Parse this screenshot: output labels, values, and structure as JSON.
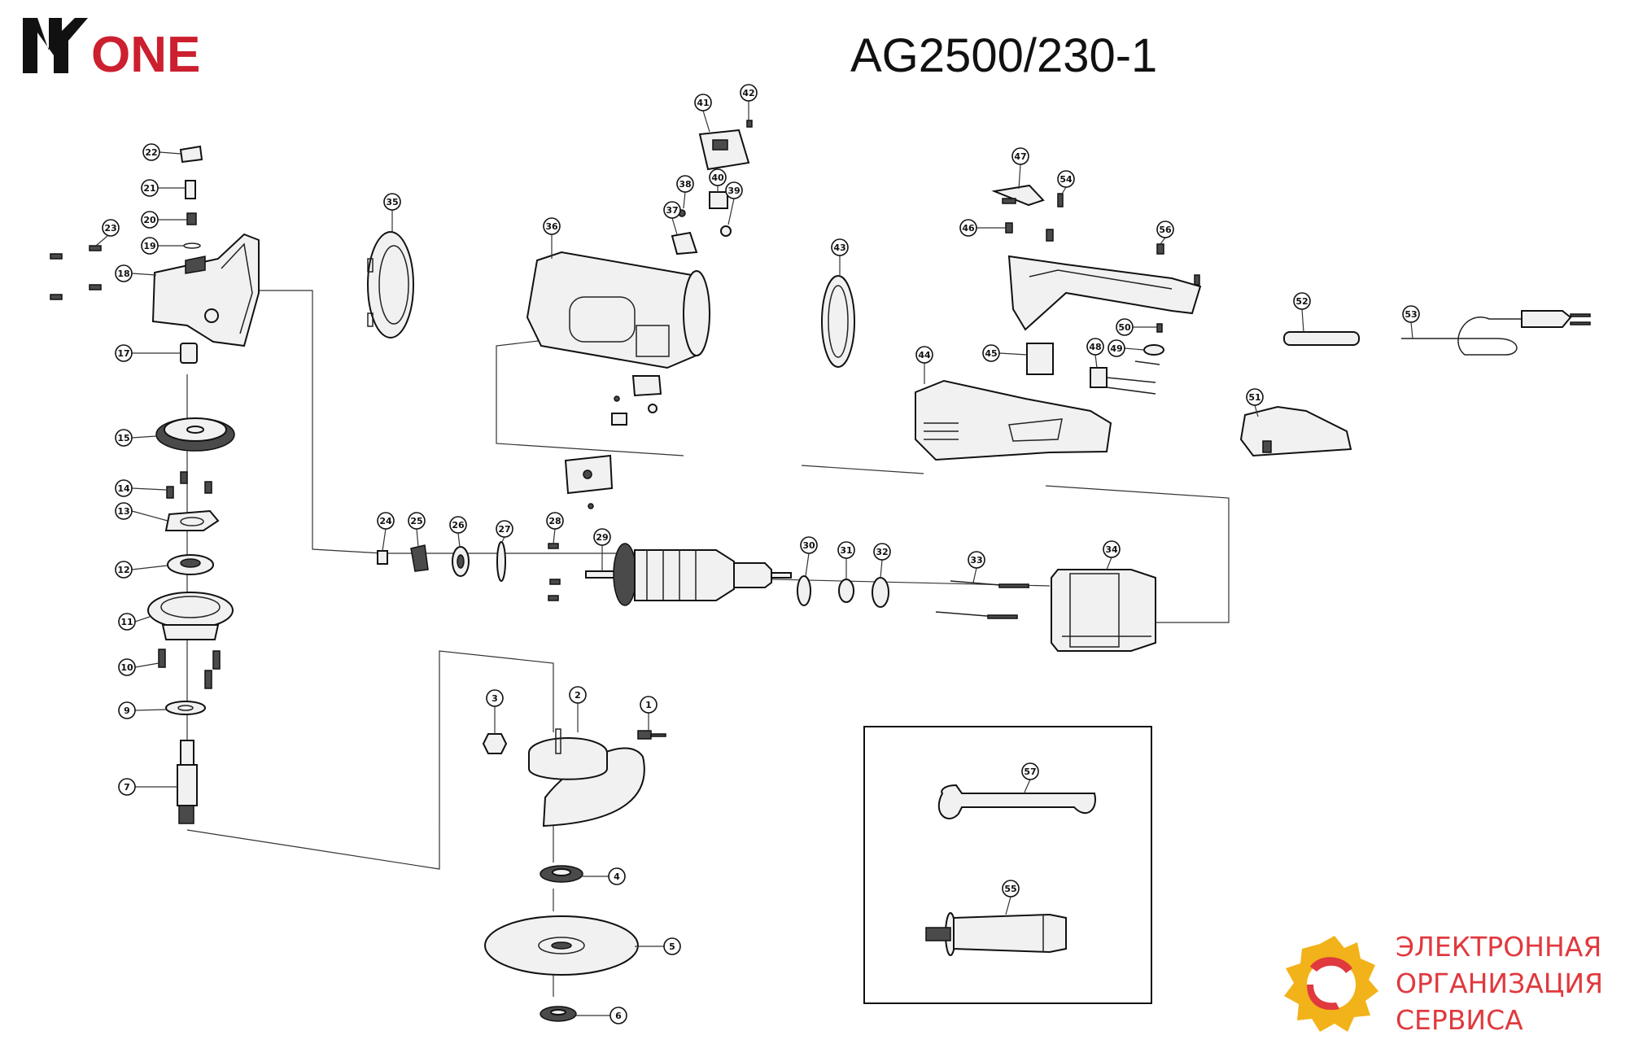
{
  "brand": {
    "logo_text": "ONE",
    "mark_color": "#111111",
    "text_color": "#cc1f2f"
  },
  "header": {
    "model": "AG2500/230-1"
  },
  "service_logo": {
    "lines": [
      "ЭЛЕКТРОННАЯ",
      "ОРГАНИЗАЦИЯ",
      "СЕРВИСА"
    ],
    "text_color": "#e0393e",
    "gear_color": "#f2b21a",
    "ring_color": "#e0393e"
  },
  "callouts": [
    {
      "id": "c1",
      "label": "1"
    },
    {
      "id": "c2",
      "label": "2"
    },
    {
      "id": "c3",
      "label": "3"
    },
    {
      "id": "c4",
      "label": "4"
    },
    {
      "id": "c5",
      "label": "5"
    },
    {
      "id": "c6",
      "label": "6"
    },
    {
      "id": "c7",
      "label": "7"
    },
    {
      "id": "c9",
      "label": "9"
    },
    {
      "id": "c10",
      "label": "10"
    },
    {
      "id": "c11",
      "label": "11"
    },
    {
      "id": "c12",
      "label": "12"
    },
    {
      "id": "c13",
      "label": "13"
    },
    {
      "id": "c14",
      "label": "14"
    },
    {
      "id": "c15",
      "label": "15"
    },
    {
      "id": "c17",
      "label": "17"
    },
    {
      "id": "c18",
      "label": "18"
    },
    {
      "id": "c19",
      "label": "19"
    },
    {
      "id": "c20",
      "label": "20"
    },
    {
      "id": "c21",
      "label": "21"
    },
    {
      "id": "c22",
      "label": "22"
    },
    {
      "id": "c23",
      "label": "23"
    },
    {
      "id": "c24",
      "label": "24"
    },
    {
      "id": "c25",
      "label": "25"
    },
    {
      "id": "c26",
      "label": "26"
    },
    {
      "id": "c27",
      "label": "27"
    },
    {
      "id": "c28",
      "label": "28"
    },
    {
      "id": "c29",
      "label": "29"
    },
    {
      "id": "c30",
      "label": "30"
    },
    {
      "id": "c31",
      "label": "31"
    },
    {
      "id": "c32",
      "label": "32"
    },
    {
      "id": "c33",
      "label": "33"
    },
    {
      "id": "c34",
      "label": "34"
    },
    {
      "id": "c35",
      "label": "35"
    },
    {
      "id": "c36",
      "label": "36"
    },
    {
      "id": "c37",
      "label": "37"
    },
    {
      "id": "c38",
      "label": "38"
    },
    {
      "id": "c39",
      "label": "39"
    },
    {
      "id": "c40",
      "label": "40"
    },
    {
      "id": "c41",
      "label": "41"
    },
    {
      "id": "c42",
      "label": "42"
    },
    {
      "id": "c43",
      "label": "43"
    },
    {
      "id": "c44",
      "label": "44"
    },
    {
      "id": "c45",
      "label": "45"
    },
    {
      "id": "c46",
      "label": "46"
    },
    {
      "id": "c47",
      "label": "47"
    },
    {
      "id": "c48",
      "label": "48"
    },
    {
      "id": "c49",
      "label": "49"
    },
    {
      "id": "c50",
      "label": "50"
    },
    {
      "id": "c51",
      "label": "51"
    },
    {
      "id": "c52",
      "label": "52"
    },
    {
      "id": "c53",
      "label": "53"
    },
    {
      "id": "c54",
      "label": "54"
    },
    {
      "id": "c55",
      "label": "55"
    },
    {
      "id": "c56",
      "label": "56"
    },
    {
      "id": "c57",
      "label": "57"
    }
  ]
}
